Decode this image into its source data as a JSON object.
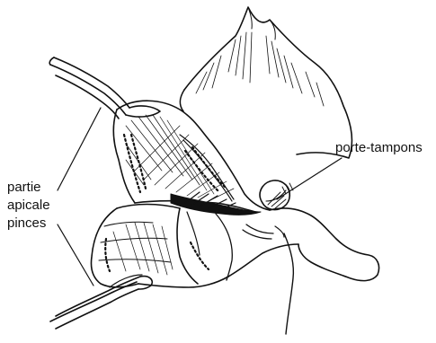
{
  "figure": {
    "labels": {
      "porte_tampons": "porte-tampons",
      "partie_apicale_pinces": [
        "partie",
        "apicale",
        "pinces"
      ]
    },
    "colors": {
      "ink": "#111111",
      "paper": "#ffffff"
    }
  }
}
